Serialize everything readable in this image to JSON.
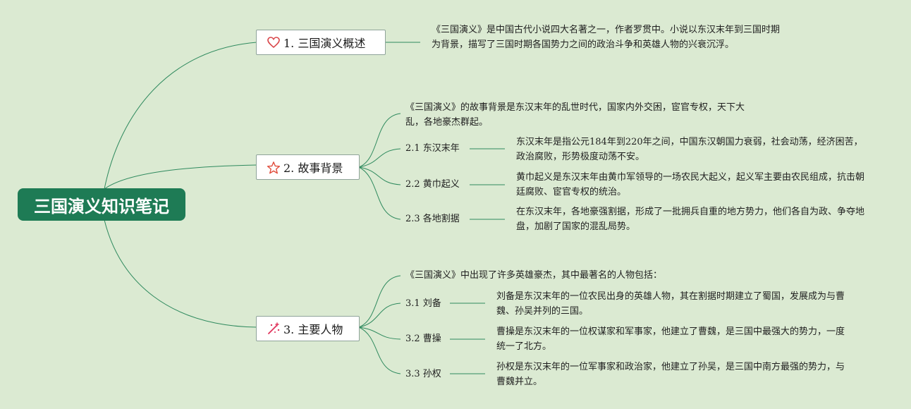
{
  "root": {
    "title": "三国演义知识笔记"
  },
  "branches": [
    {
      "label": "1. 三国演义概述",
      "icon": "heart-icon",
      "note": "《三国演义》是中国古代小说四大名著之一，作者罗贯中。小说以东汉末年到三国时期为背景，描写了三国时期各国势力之间的政治斗争和英雄人物的兴衰沉浮。"
    },
    {
      "label": "2. 故事背景",
      "icon": "star-icon",
      "intro": "《三国演义》的故事背景是东汉末年的乱世时代，国家内外交困，宦官专权，天下大乱，各地豪杰群起。",
      "children": [
        {
          "label": "2.1 东汉末年",
          "note": "东汉末年是指公元184年到220年之间，中国东汉朝国力衰弱，社会动荡，经济困苦，政治腐败，形势极度动荡不安。"
        },
        {
          "label": "2.2 黄巾起义",
          "note": "黄巾起义是东汉末年由黄巾军领导的一场农民大起义，起义军主要由农民组成，抗击朝廷腐败、宦官专权的统治。"
        },
        {
          "label": "2.3 各地割据",
          "note": "在东汉末年，各地豪强割据，形成了一批拥兵自重的地方势力，他们各自为政、争夺地盘，加剧了国家的混乱局势。"
        }
      ]
    },
    {
      "label": "3. 主要人物",
      "icon": "sparkle-icon",
      "intro": "《三国演义》中出现了许多英雄豪杰，其中最著名的人物包括：",
      "children": [
        {
          "label": "3.1 刘备",
          "note": "刘备是东汉末年的一位农民出身的英雄人物，其在割据时期建立了蜀国，发展成为与曹魏、孙吴并列的三国。"
        },
        {
          "label": "3.2 曹操",
          "note": "曹操是东汉末年的一位权谋家和军事家，他建立了曹魏，是三国中最强大的势力，一度统一了北方。"
        },
        {
          "label": "3.3 孙权",
          "note": "孙权是东汉末年的一位军事家和政治家，他建立了孙吴，是三国中南方最强的势力，与曹魏并立。"
        }
      ]
    }
  ],
  "colors": {
    "background": "#dbead2",
    "root": "#1e7b55",
    "line": "#2f8a5e",
    "heart": "#d9474b",
    "star": "#e04b3a",
    "sparkle": "#e0345c"
  }
}
